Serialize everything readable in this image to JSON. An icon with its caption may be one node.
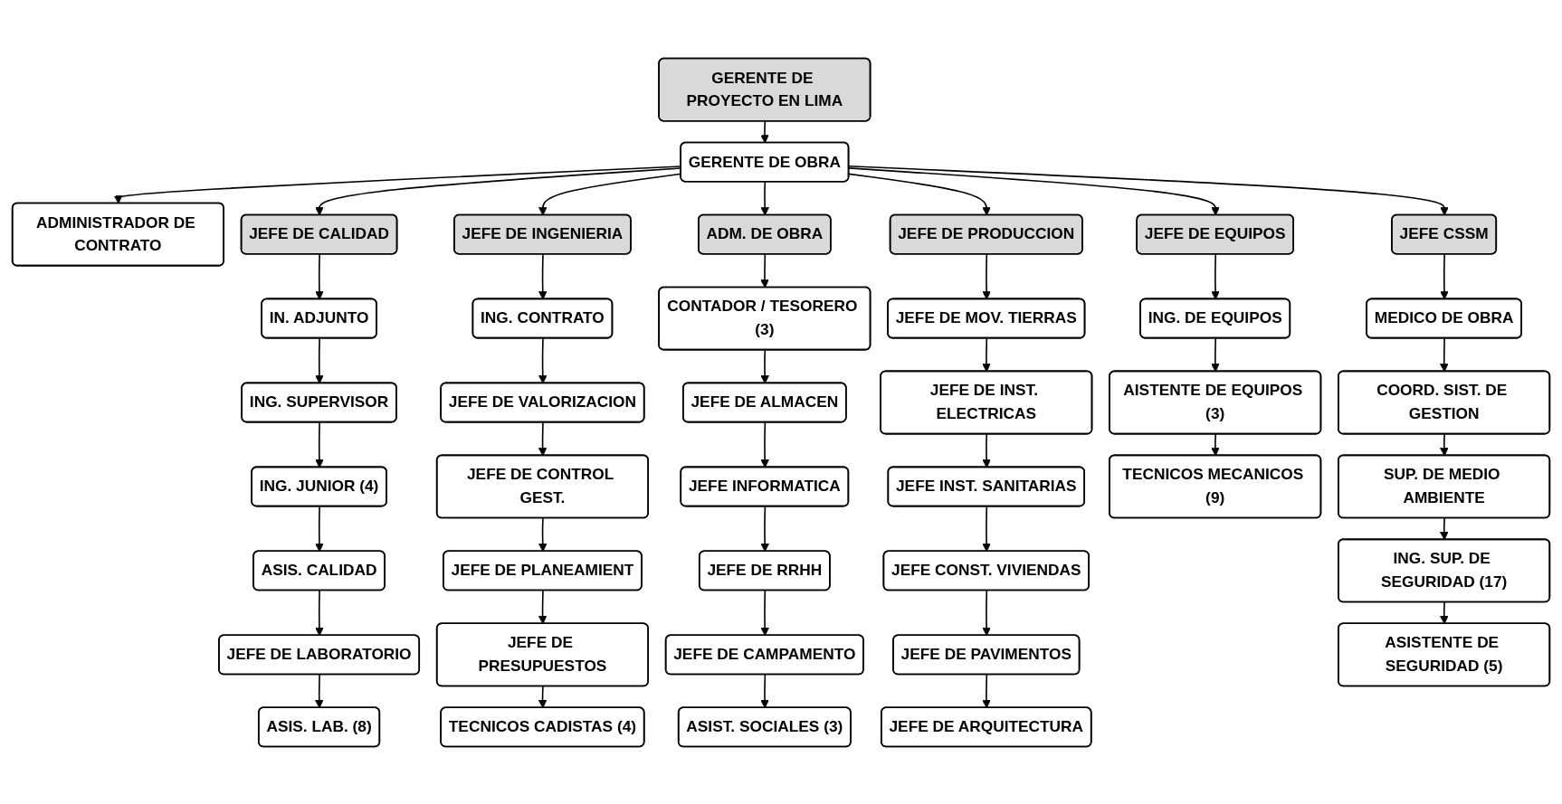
{
  "diagram": {
    "nodes": [
      {
        "text": [
          "GERENTE DE PROYECTO EN LIMA"
        ]
      },
      {
        "text": [
          "ADMINISTRADOR DE CONTRATO"
        ]
      },
      {
        "text": [
          "GERENTE DE OBRA"
        ]
      },
      {
        "text": [
          "JEFE DE CALIDAD"
        ]
      },
      {
        "text": [
          "JEFE DE INGENIERIA"
        ]
      },
      {
        "text": [
          "ADM. DE OBRA"
        ]
      },
      {
        "text": [
          "JEFE DE PRODUCCION"
        ]
      },
      {
        "text": [
          "JEFE DE EQUIPOS"
        ]
      },
      {
        "text": [
          "JEFE CSSM"
        ]
      },
      {
        "text": [
          "IN. ADJUNTO"
        ]
      },
      {
        "text": [
          "ING. SUPERVISOR"
        ]
      },
      {
        "text": [
          "ING. JUNIOR (4)"
        ]
      },
      {
        "text": [
          "ASIS. CALIDAD"
        ]
      },
      {
        "text": [
          "JEFE DE LABORATORIO"
        ]
      },
      {
        "text": [
          "ASIS. LAB. (8)"
        ]
      },
      {
        "text": [
          "ING. CONTRATO"
        ]
      },
      {
        "text": [
          "JEFE DE VALORIZACION"
        ]
      },
      {
        "text": [
          "JEFE DE CONTROL GEST."
        ]
      },
      {
        "text": [
          "JEFE DE PLANEAMIENT"
        ]
      },
      {
        "text": [
          "JEFE DE PRESUPUESTOS"
        ]
      },
      {
        "text": [
          "TECNICOS CADISTAS (4)"
        ]
      },
      {
        "text": [
          "CONTADOR / TESORERO (3)"
        ]
      },
      {
        "text": [
          "JEFE DE ALMACEN"
        ]
      },
      {
        "text": [
          "JEFE INFORMATICA"
        ]
      },
      {
        "text": [
          "JEFE DE RRHH"
        ]
      },
      {
        "text": [
          "JEFE DE CAMPAMENTO"
        ]
      },
      {
        "text": [
          "ASIST. SOCIALES (3)"
        ]
      },
      {
        "text": [
          "JEFE DE MOV. TIERRAS"
        ]
      },
      {
        "text": [
          "JEFE DE INST. ELECTRICAS"
        ]
      },
      {
        "text": [
          "JEFE INST. SANITARIAS"
        ]
      },
      {
        "text": [
          "JEFE CONST. VIVIENDAS"
        ]
      },
      {
        "text": [
          "JEFE DE PAVIMENTOS"
        ]
      },
      {
        "text": [
          "JEFE DE ARQUITECTURA"
        ]
      },
      {
        "text": [
          "ING. DE EQUIPOS"
        ]
      },
      {
        "text": [
          "AISTENTE DE EQUIPOS (3)"
        ]
      },
      {
        "text": [
          "TECNICOS MECANICOS (9)"
        ]
      },
      {
        "text": [
          "MEDICO DE OBRA"
        ]
      },
      {
        "text": [
          "COORD. SIST. DE GESTION"
        ]
      },
      {
        "text": [
          "SUP. DE MEDIO AMBIENTE"
        ]
      },
      {
        "text": [
          "ING. SUP. DE SEGURIDAD (17)"
        ]
      },
      {
        "text": [
          "ASISTENTE DE SEGURIDAD (5)"
        ]
      }
    ],
    "edges": [
      {
        "from": 0,
        "to": 2,
        "arrow": "to"
      },
      {
        "from": 2,
        "to": 1,
        "arrow": "to"
      },
      {
        "from": 2,
        "to": 3,
        "arrow": "to"
      },
      {
        "from": 2,
        "to": 4,
        "arrow": "to"
      },
      {
        "from": 2,
        "to": 5,
        "arrow": "to"
      },
      {
        "from": 2,
        "to": 6,
        "arrow": "to"
      },
      {
        "from": 2,
        "to": 7,
        "arrow": "to"
      },
      {
        "from": 2,
        "to": 8,
        "arrow": "to"
      },
      {
        "from": 3,
        "to": 9,
        "arrow": "to"
      },
      {
        "from": 9,
        "to": 10,
        "arrow": "to"
      },
      {
        "from": 10,
        "to": 11,
        "arrow": "to"
      },
      {
        "from": 11,
        "to": 12,
        "arrow": "to"
      },
      {
        "from": 12,
        "to": 13,
        "arrow": "to"
      },
      {
        "from": 13,
        "to": 14,
        "arrow": "to"
      },
      {
        "from": 4,
        "to": 15,
        "arrow": "to"
      },
      {
        "from": 15,
        "to": 16,
        "arrow": "to"
      },
      {
        "from": 16,
        "to": 17,
        "arrow": "to"
      },
      {
        "from": 17,
        "to": 18,
        "arrow": "to"
      },
      {
        "from": 18,
        "to": 19,
        "arrow": "to"
      },
      {
        "from": 19,
        "to": 20,
        "arrow": "to"
      },
      {
        "from": 5,
        "to": 21,
        "arrow": "to"
      },
      {
        "from": 21,
        "to": 22,
        "arrow": "to"
      },
      {
        "from": 22,
        "to": 23,
        "arrow": "to"
      },
      {
        "from": 23,
        "to": 24,
        "arrow": "to"
      },
      {
        "from": 24,
        "to": 25,
        "arrow": "to"
      },
      {
        "from": 25,
        "to": 26,
        "arrow": "to"
      },
      {
        "from": 6,
        "to": 27,
        "arrow": "to"
      },
      {
        "from": 27,
        "to": 28,
        "arrow": "to"
      },
      {
        "from": 28,
        "to": 29,
        "arrow": "to"
      },
      {
        "from": 29,
        "to": 30,
        "arrow": "to"
      },
      {
        "from": 30,
        "to": 31,
        "arrow": "to"
      },
      {
        "from": 31,
        "to": 32,
        "arrow": "to"
      },
      {
        "from": 7,
        "to": 33,
        "arrow": "to"
      },
      {
        "from": 33,
        "to": 34,
        "arrow": "to"
      },
      {
        "from": 34,
        "to": 35,
        "arrow": "to"
      },
      {
        "from": 8,
        "to": 36,
        "arrow": "to"
      },
      {
        "from": 36,
        "to": 37,
        "arrow": "to"
      },
      {
        "from": 37,
        "to": 38,
        "arrow": "to"
      },
      {
        "from": 38,
        "to": 39,
        "arrow": "to"
      },
      {
        "from": 39,
        "to": 40,
        "arrow": "to"
      }
    ]
  }
}
